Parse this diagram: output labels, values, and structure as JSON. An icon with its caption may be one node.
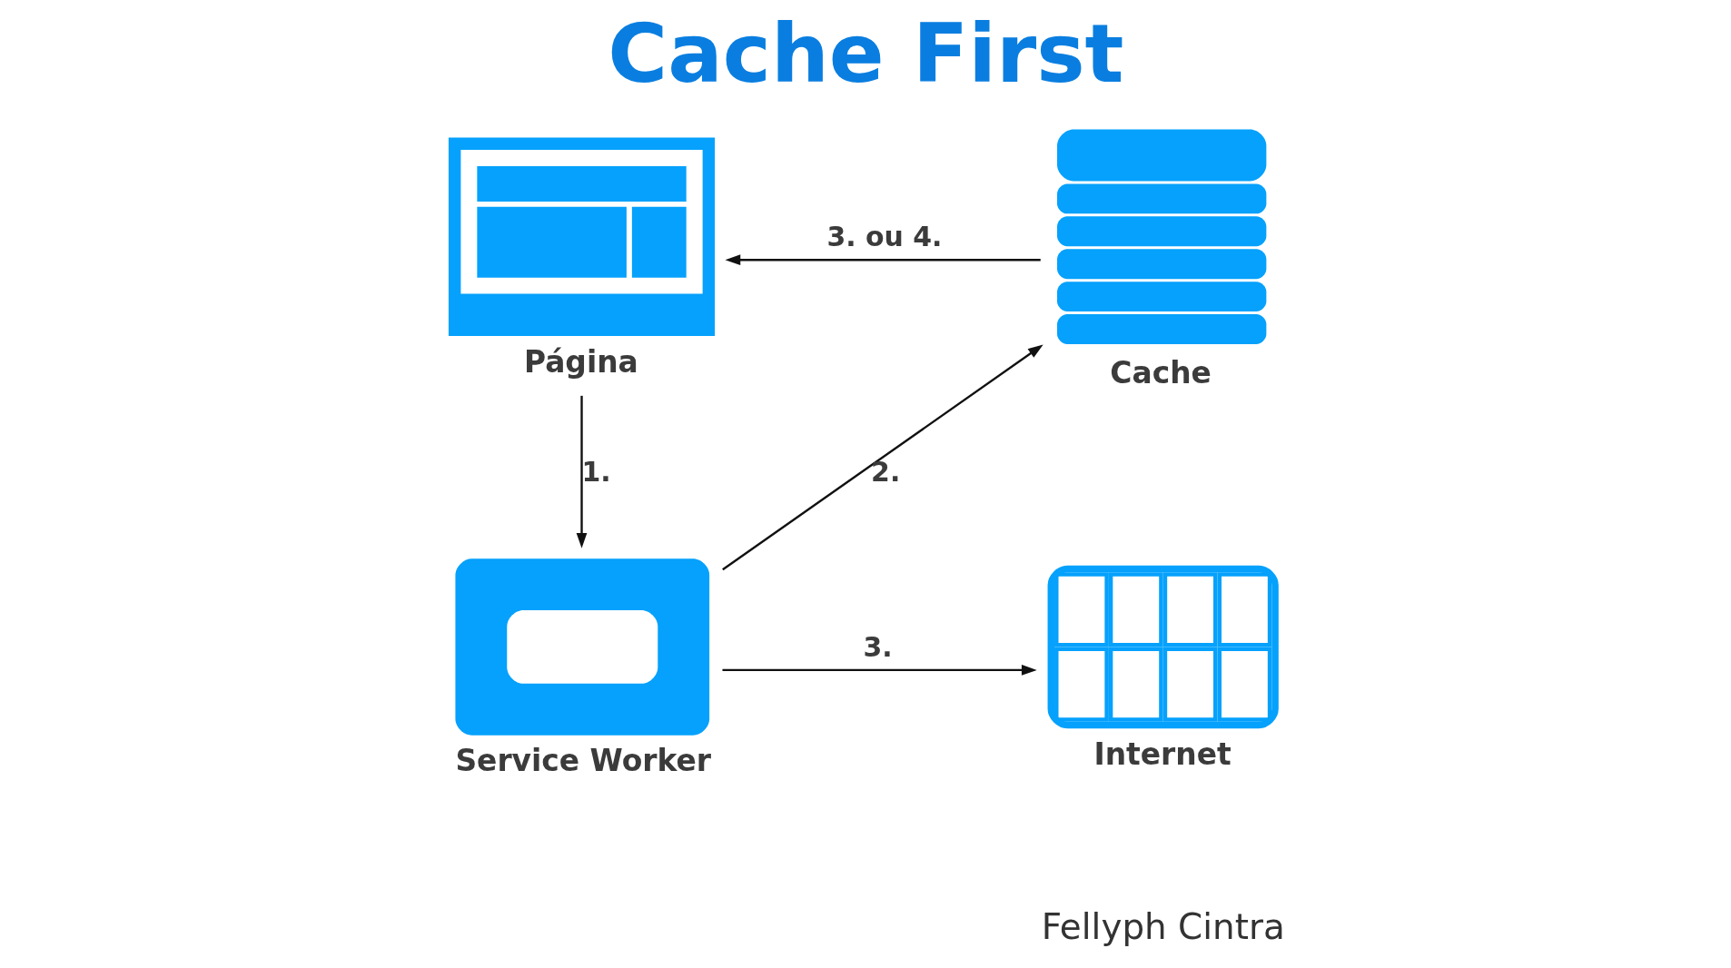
{
  "diagram": {
    "title": "Cache First",
    "nodes": [
      {
        "text": [
          "Página"
        ]
      },
      {
        "text": [
          "Cache"
        ]
      },
      {
        "text": [
          "Service Worker"
        ]
      },
      {
        "text": [
          "Internet"
        ]
      }
    ],
    "edges": [
      {
        "from": 0,
        "to": 2,
        "arrow": "to",
        "label": "1."
      },
      {
        "from": 2,
        "to": 1,
        "arrow": "to",
        "label": "2."
      },
      {
        "from": 2,
        "to": 3,
        "arrow": "to",
        "label": "3."
      },
      {
        "from": 1,
        "to": 0,
        "arrow": "to",
        "label": "3. ou 4."
      }
    ],
    "labels": [
      "Fellyph Cintra"
    ]
  }
}
